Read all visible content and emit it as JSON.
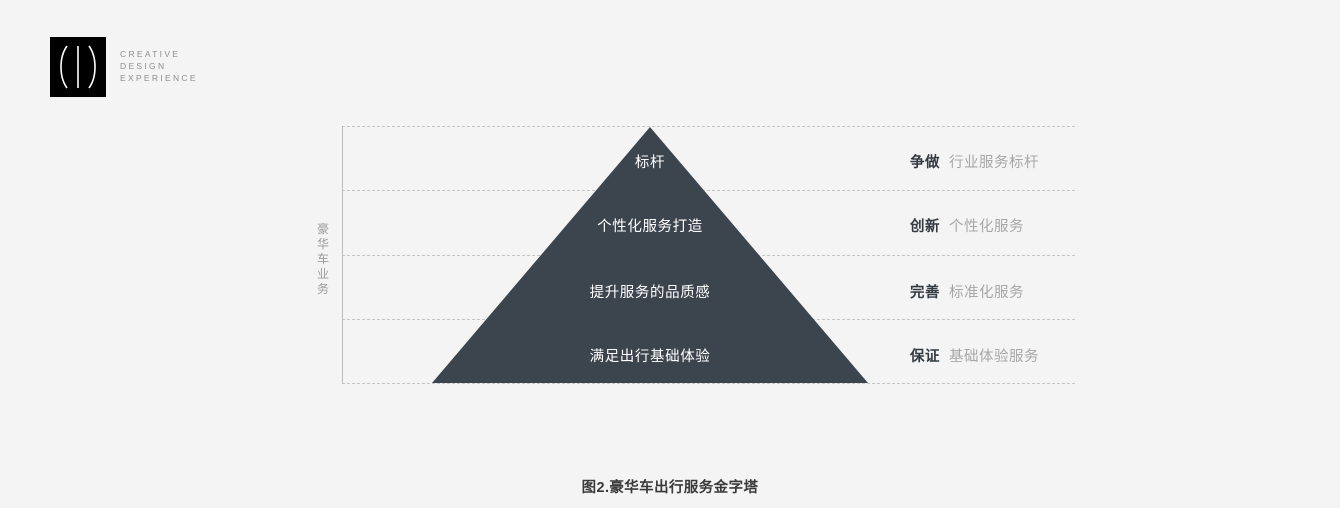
{
  "background_color": "#f4f4f4",
  "logo": {
    "mark_name": "cdx-bracket-logo",
    "mark_background": "#000000",
    "lines": [
      "CREATIVE",
      "DESIGN",
      "EXPERIENCE"
    ]
  },
  "chart_data": {
    "type": "pyramid",
    "title": "图2.豪华车出行服务金字塔",
    "axis_label": "豪华车业务",
    "fill_color": "#3c444e",
    "grid": true,
    "gridline_color": "#c6c6c6",
    "levels": [
      {
        "rank": 1,
        "tier_label": "标杆",
        "right_strong": "争做",
        "right_muted": "行业服务标杆"
      },
      {
        "rank": 2,
        "tier_label": "个性化服务打造",
        "right_strong": "创新",
        "right_muted": "个性化服务"
      },
      {
        "rank": 3,
        "tier_label": "提升服务的品质感",
        "right_strong": "完善",
        "right_muted": "标准化服务"
      },
      {
        "rank": 4,
        "tier_label": "满足出行基础体验",
        "right_strong": "保证",
        "right_muted": "基础体验服务"
      }
    ]
  },
  "caption": "图2.豪华车出行服务金字塔"
}
